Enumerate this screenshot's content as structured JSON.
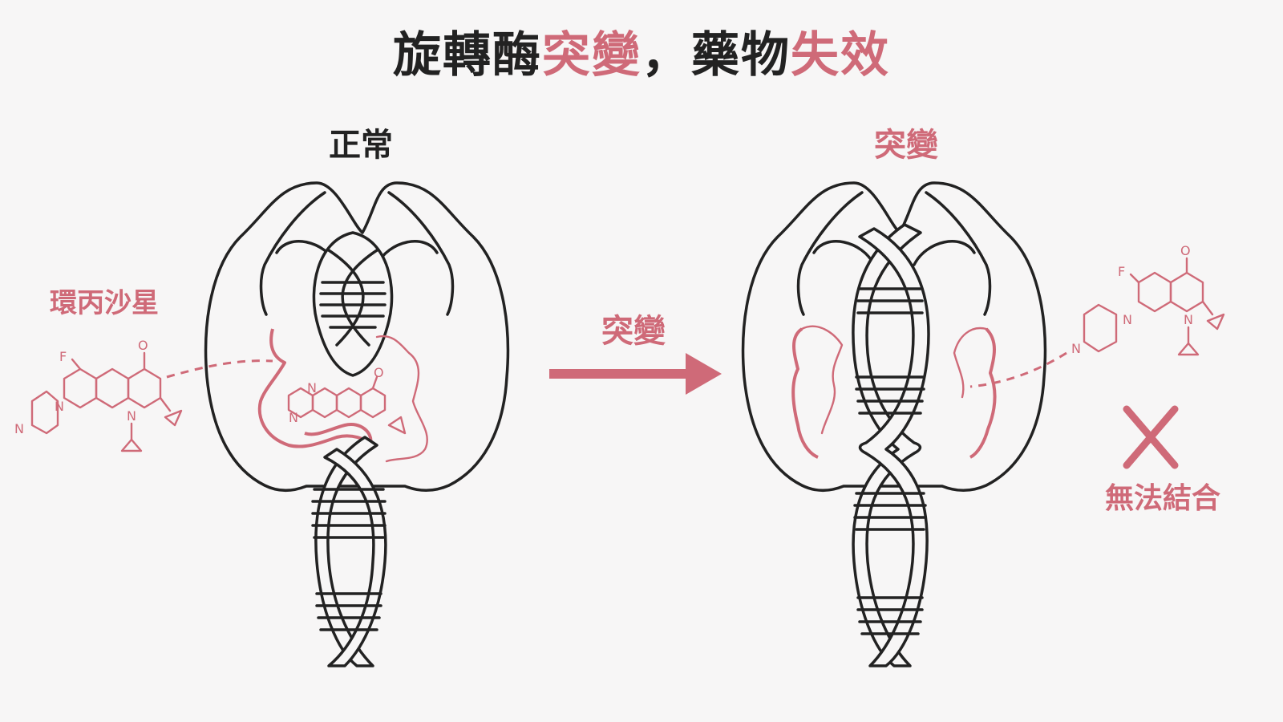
{
  "colors": {
    "accent": "#cf6a78",
    "ink": "#222222",
    "background": "#f7f6f6"
  },
  "title": {
    "part1": "旋轉酶",
    "part2": "突變",
    "part3": "，藥物",
    "part4": "失效"
  },
  "panels": {
    "normal": {
      "label": "正常"
    },
    "mutant": {
      "label": "突變"
    }
  },
  "arrow": {
    "label": "突變"
  },
  "drug": {
    "name": "環丙沙星",
    "atoms": {
      "fluorine": "F",
      "oxygen": "O",
      "nitrogen": "N"
    }
  },
  "result": {
    "label": "無法結合",
    "icon": "cross-icon"
  }
}
